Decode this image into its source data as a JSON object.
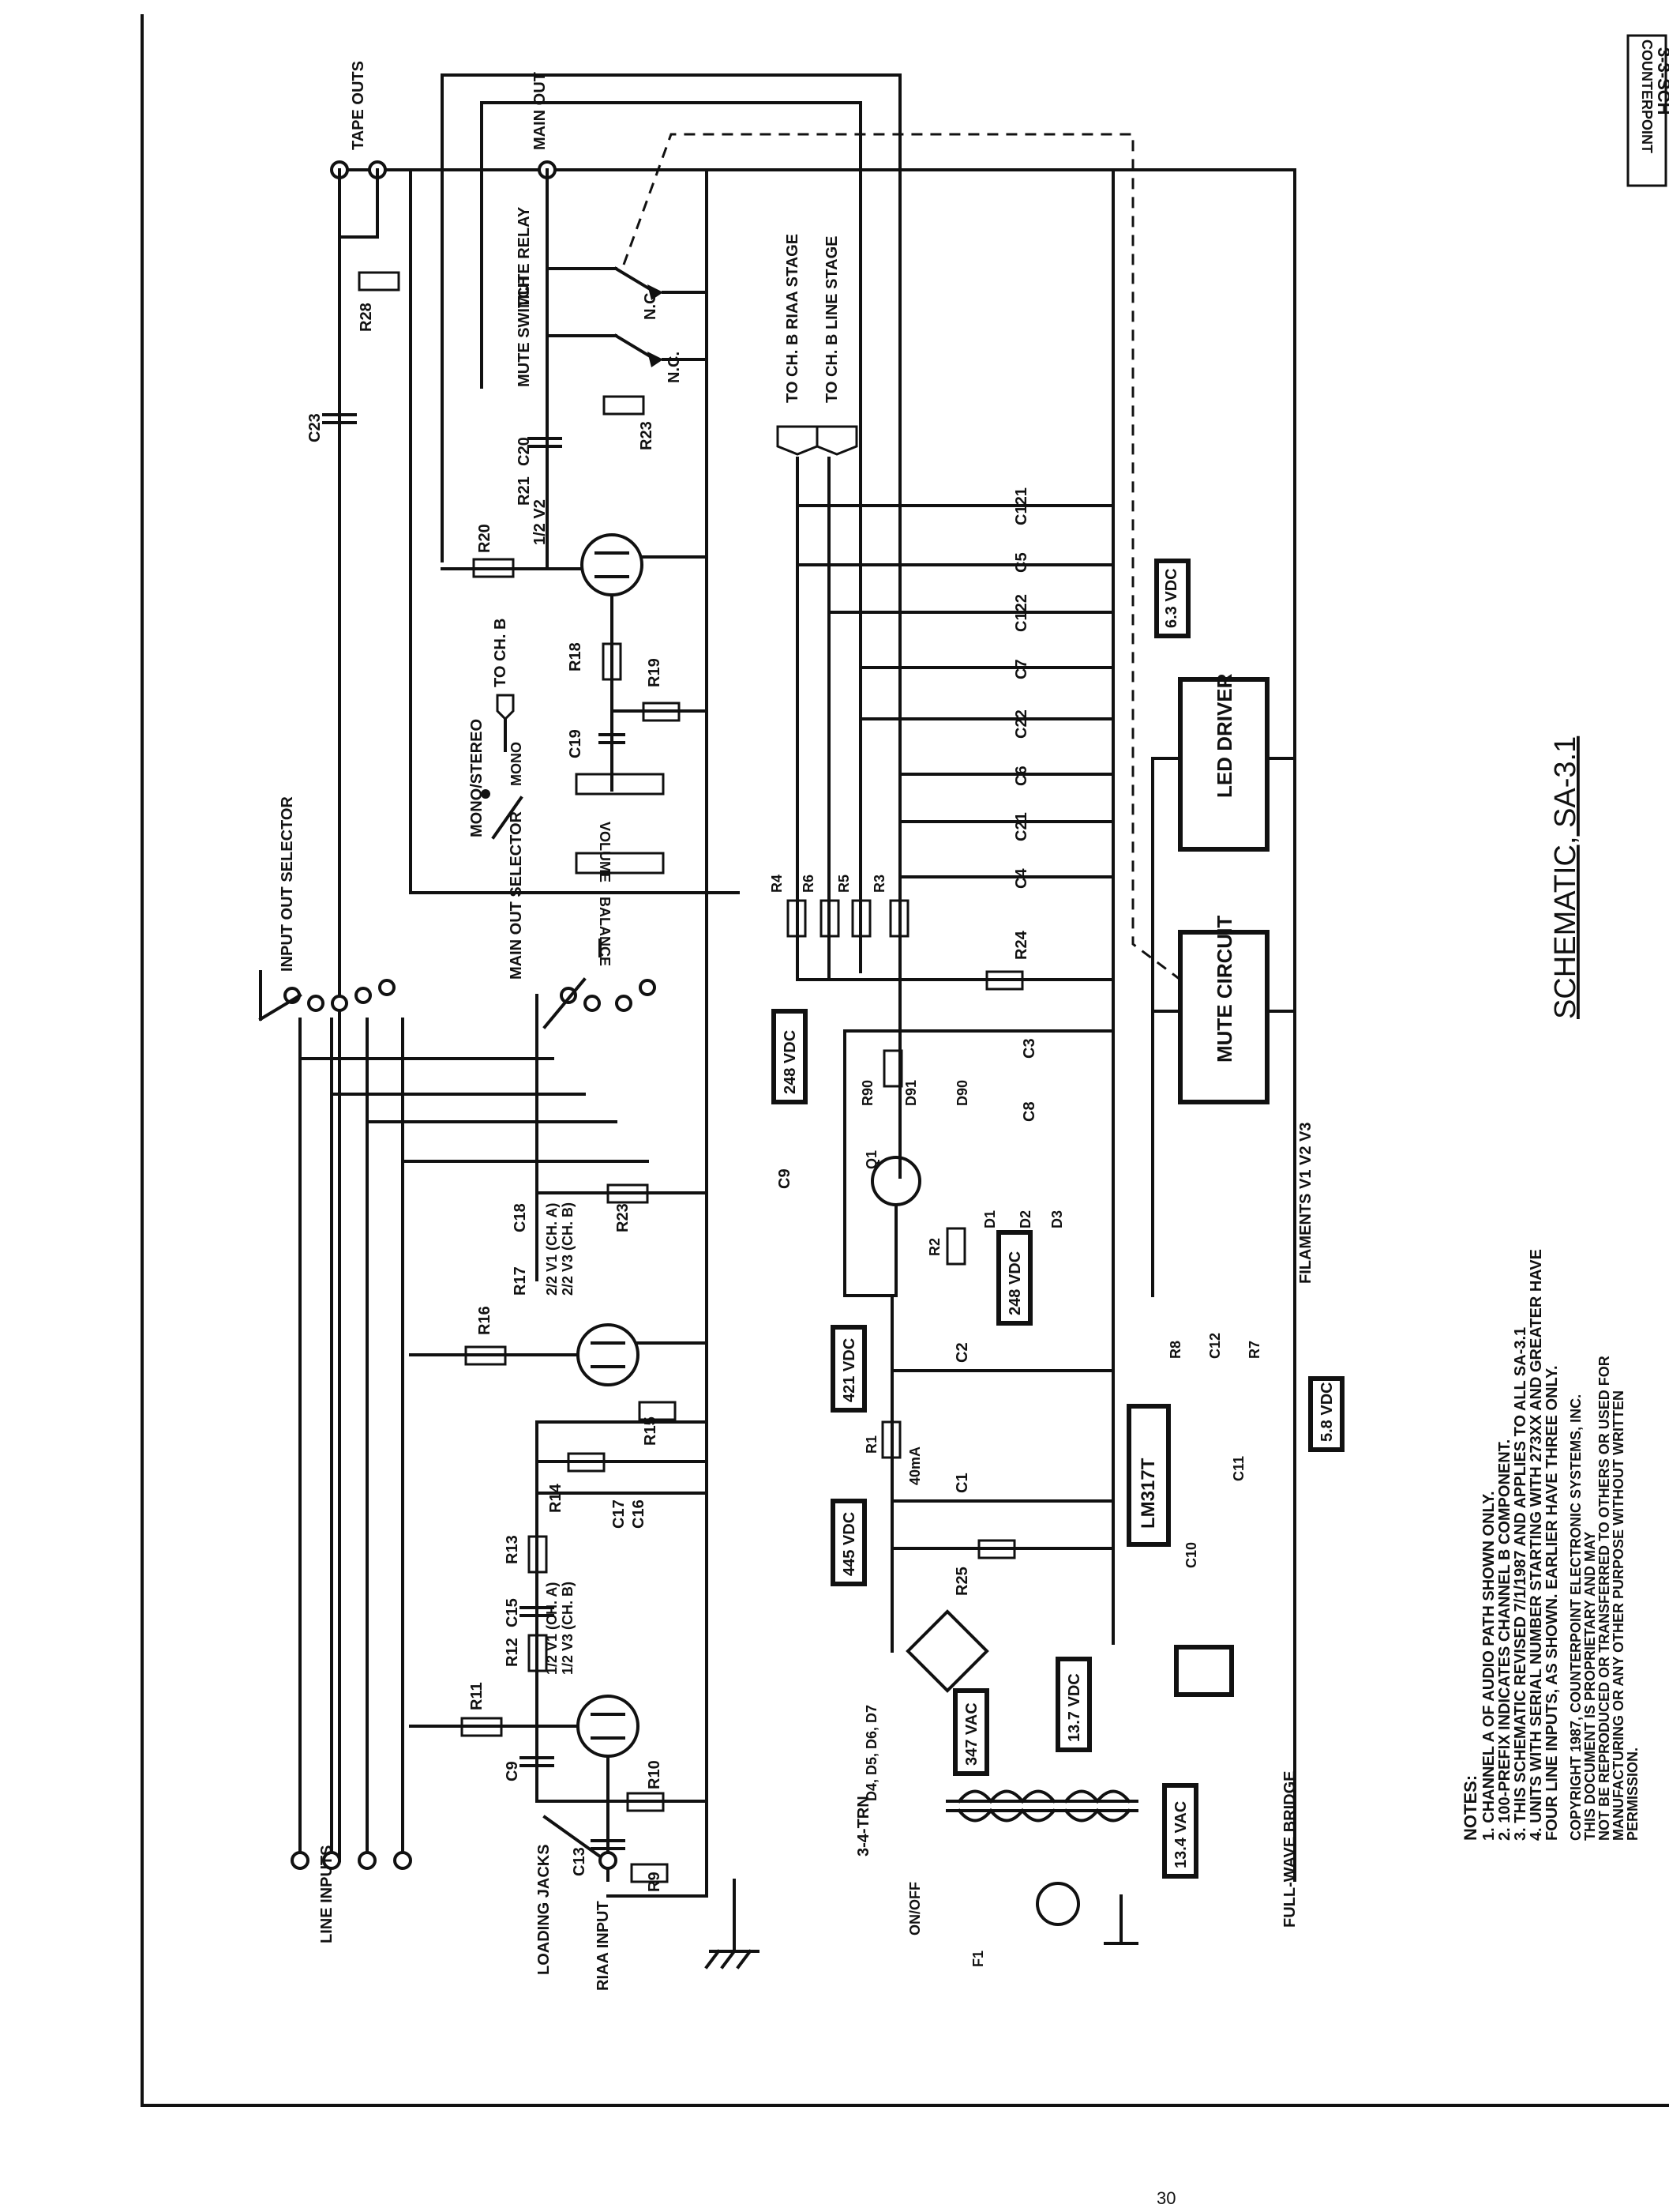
{
  "document": {
    "title": "SCHEMATIC, SA-3.1",
    "tag_line1": "COUNTERPOINT",
    "tag_line2": "3-3-SCH",
    "page_number": "30"
  },
  "notes": {
    "heading": "NOTES:",
    "lines": [
      "1. CHANNEL A OF AUDIO PATH SHOWN ONLY.",
      "2. 100-PREFIX INDICATES CHANNEL B COMPONENT.",
      "3. THIS SCHEMATIC REVISED 7/1/1987 AND APPLIES TO ALL SA-3.1",
      "4. UNITS WITH SERIAL NUMBER STARTING WITH 273XX AND GREATER HAVE",
      "   FOUR LINE INPUTS, AS SHOWN. EARLIER HAVE THREE ONLY."
    ],
    "copyright": [
      "COPYRIGHT 1987, COUNTERPOINT ELECTRONIC SYSTEMS, INC.",
      "THIS DOCUMENT IS PROPRIETARY AND MAY",
      "NOT BE REPRODUCED OR TRANSFERRED TO OTHERS OR USED FOR",
      "MANUFACTURING OR ANY OTHER PURPOSE WITHOUT WRITTEN",
      "PERMISSION."
    ]
  },
  "connectors": {
    "tape_outs": "TAPE OUTS",
    "main_out": "MAIN OUT",
    "line_inputs": "LINE INPUTS",
    "riaa_input": "RIAA INPUT",
    "loading_jacks": "LOADING JACKS",
    "to_ch_b_riaa": "TO CH. B RIAA STAGE",
    "to_ch_b_line": "TO CH. B LINE STAGE",
    "to_ch_b": "TO CH. B"
  },
  "controls": {
    "input_selector": "INPUT OUT SELECTOR",
    "main_out_selector": "MAIN OUT SELECTOR",
    "mono_stereo": "MONO/STEREO",
    "mono": "MONO",
    "volume": "VOLUME",
    "balance": "BALANCE",
    "mute_relay": "MUTE RELAY",
    "mute_switch": "MUTE SWITCH",
    "nc": "N.C.",
    "on_off": "ON/OFF"
  },
  "tubes": {
    "v1a": "1/2 V1 (CH. A)",
    "v1b": "1/2 V3 (CH. B)",
    "v2a": "2/2 V1 (CH. A)",
    "v2b": "2/2 V3 (CH. B)",
    "v3": "1/2 V2"
  },
  "blocks": {
    "led_driver": "LED DRIVER",
    "mute_circuit": "MUTE CIRCUIT",
    "regulator": "LM317T",
    "bridge": "FULL-WAVE BRIDGE",
    "transformer": "3-4-TRN",
    "filaments": "FILAMENTS V1 V2 V3",
    "current": "40mA"
  },
  "voltages": {
    "v445": "445 VDC",
    "v421": "421 VDC",
    "v248a": "248 VDC",
    "v248b": "248 VDC",
    "v63": "6.3 VDC",
    "v58": "5.8 VDC",
    "v137": "13.7 VDC",
    "vac347": "347 VAC",
    "vac134": "13.4 VAC"
  },
  "parts": {
    "R9": "R9",
    "R10": "R10",
    "R11": "R11",
    "R12": "R12",
    "R13": "R13",
    "R14": "R14",
    "R15": "R15",
    "R16": "R16",
    "R17": "R17",
    "R18": "R18",
    "R19": "R19",
    "R20": "R20",
    "R21": "R21",
    "R23a": "R23",
    "R23b": "R23",
    "R24": "R24",
    "R25": "R25",
    "R28": "R28",
    "R1": "R1",
    "R2": "R2",
    "R3": "R3",
    "R4": "R4",
    "R5": "R5",
    "R6": "R6",
    "R7": "R7",
    "R8": "R8",
    "R90": "R90",
    "C1": "C1",
    "C2": "C2",
    "C3": "C3",
    "C4": "C4",
    "C5": "C5",
    "C6": "C6",
    "C7": "C7",
    "C8": "C8",
    "C9": "C9",
    "C10": "C10",
    "C11": "C11",
    "C12": "C12",
    "C13": "C13",
    "C15": "C15",
    "C16": "C16",
    "C17": "C17",
    "C18": "C18",
    "C19": "C19",
    "C20": "C20",
    "C21": "C21",
    "C22": "C22",
    "C23": "C23",
    "C121": "C121",
    "C122": "C122",
    "C9b": "C9",
    "D1": "D1",
    "D2": "D2",
    "D3": "D3",
    "D4": "D4, D5, D6, D7",
    "D91": "D91",
    "D90": "D90",
    "Q1": "Q1",
    "F1": "F1"
  }
}
